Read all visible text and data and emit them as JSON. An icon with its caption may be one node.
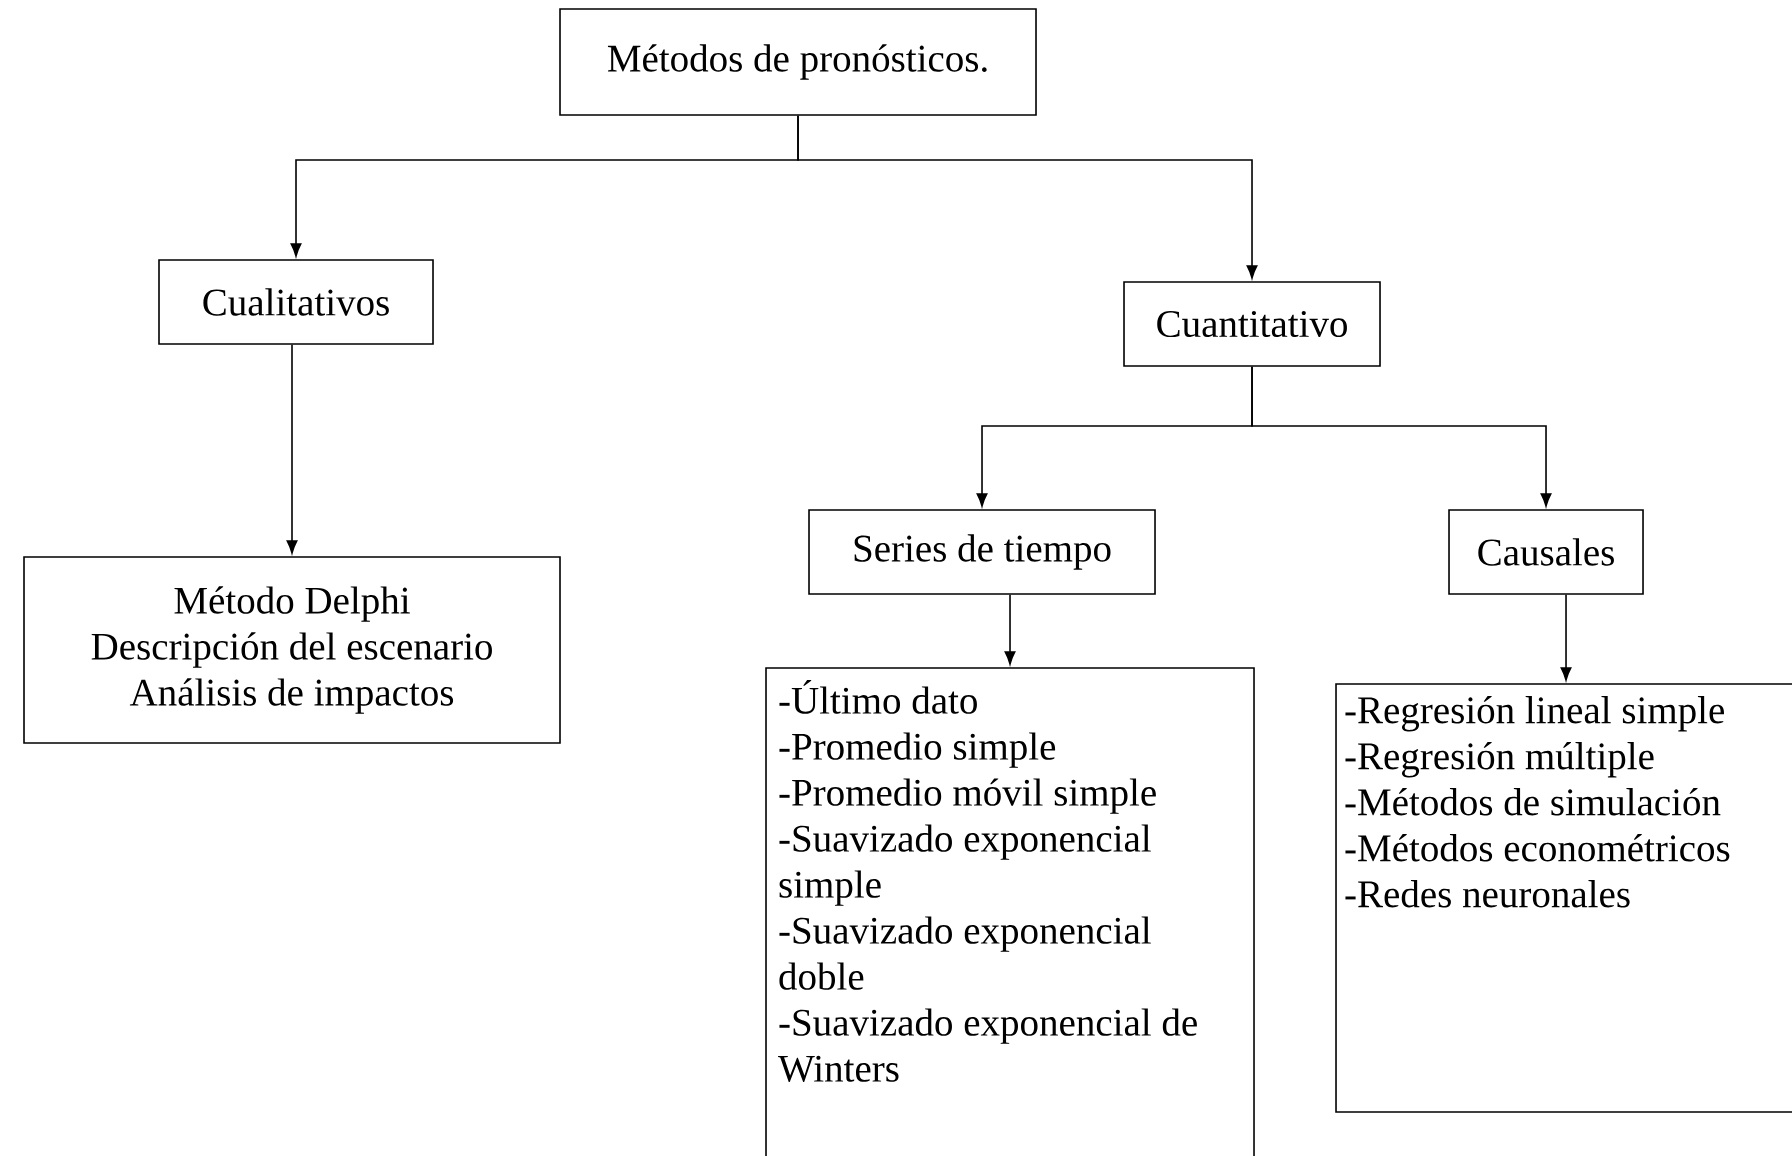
{
  "diagram": {
    "nodes": [
      {
        "text": [
          "Métodos de pronósticos."
        ]
      },
      {
        "text": [
          "Cualitativos"
        ]
      },
      {
        "text": [
          "Cuantitativo"
        ]
      },
      {
        "text": [
          "Método Delphi",
          "Descripción del escenario",
          "Análisis de impactos"
        ]
      },
      {
        "text": [
          "Series de tiempo"
        ]
      },
      {
        "text": [
          "Causales"
        ]
      },
      {
        "text": [
          "-Último dato",
          "-Promedio simple",
          "-Promedio móvil simple",
          "-Suavizado exponencial simple",
          "-Suavizado exponencial doble",
          "-Suavizado exponencial de Winters"
        ]
      },
      {
        "text": [
          "-Regresión lineal simple",
          "-Regresión múltiple",
          "-Métodos de simulación",
          "-Métodos econométricos",
          "-Redes  neuronales"
        ]
      }
    ],
    "edges": [
      {
        "from": 0,
        "to": 1,
        "arrow": "to"
      },
      {
        "from": 0,
        "to": 2,
        "arrow": "to"
      },
      {
        "from": 1,
        "to": 3,
        "arrow": "to"
      },
      {
        "from": 2,
        "to": 4,
        "arrow": "to"
      },
      {
        "from": 2,
        "to": 5,
        "arrow": "to"
      },
      {
        "from": 4,
        "to": 6,
        "arrow": "to"
      },
      {
        "from": 5,
        "to": 7,
        "arrow": "to"
      }
    ]
  }
}
